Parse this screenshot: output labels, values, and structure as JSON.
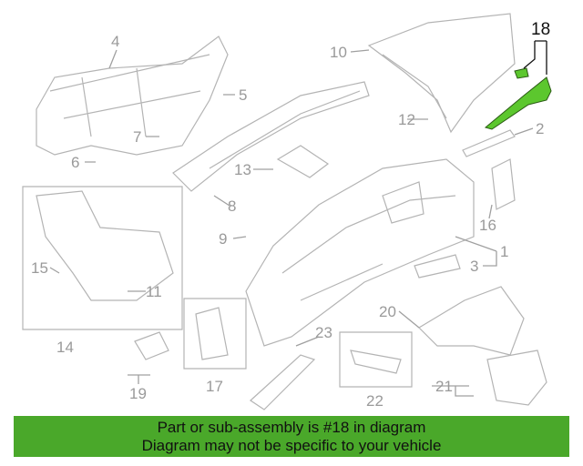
{
  "diagram": {
    "highlighted_part": "18",
    "highlight_color": "#5cc72e",
    "callouts": [
      "4",
      "10",
      "18",
      "5",
      "12",
      "2",
      "7",
      "6",
      "13",
      "8",
      "16",
      "9",
      "1",
      "3",
      "15",
      "11",
      "20",
      "23",
      "14",
      "19",
      "17",
      "22",
      "21"
    ]
  },
  "banner": {
    "line1": "Part or sub-assembly is #18 in diagram",
    "line2": "Diagram may not be specific to your vehicle",
    "color": "#4aa82a"
  }
}
